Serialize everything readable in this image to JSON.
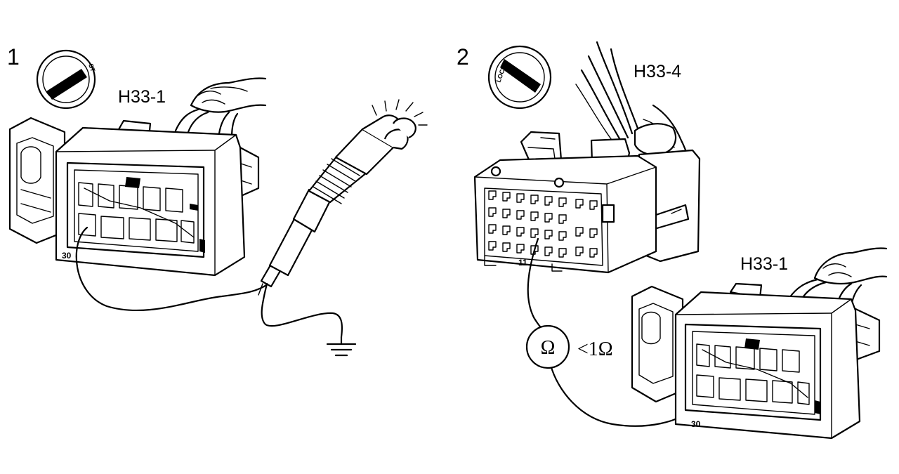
{
  "step1": {
    "number": "1",
    "ignition_key_text": "ST",
    "connector_label": "H33-1",
    "pin_label": "30"
  },
  "step2": {
    "number": "2",
    "ignition_key_text": "LOCK",
    "connector_label_top": "H33-4",
    "connector_label_bottom": "H33-1",
    "pin_label_h33_4": "11",
    "pin_label_h33_1": "30",
    "meter_symbol": "Ω",
    "meter_reading": "<1Ω"
  },
  "colors": {
    "ink": "#000000",
    "paper": "#ffffff"
  },
  "icons": [
    "ignition-switch-icon",
    "connector-icon",
    "test-lamp-icon",
    "ground-symbol-icon",
    "ohmmeter-icon",
    "wire-harness-icon",
    "hand-icon"
  ]
}
